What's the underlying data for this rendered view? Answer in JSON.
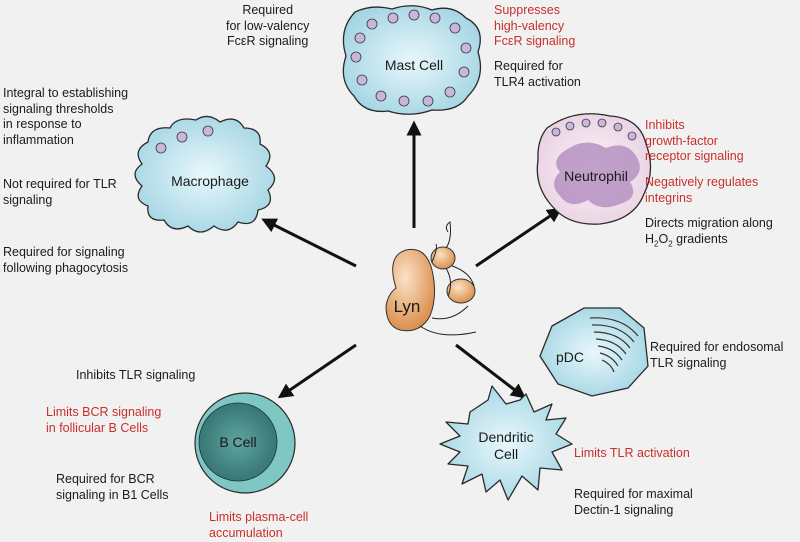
{
  "center": {
    "label": "Lyn"
  },
  "cells": {
    "mast_cell": "Mast Cell",
    "macrophage": "Macrophage",
    "neutrophil": "Neutrophil",
    "pdc": "pDC",
    "b_cell": "B Cell",
    "dendritic_cell": [
      "Dendritic",
      "Cell"
    ]
  },
  "notes": {
    "mast_required": [
      "Required",
      "for low-valency",
      "FcεR signaling"
    ],
    "mast_suppresses": [
      "Suppresses",
      "high-valency",
      "FcεR signaling"
    ],
    "mast_tlr4": [
      "Required for",
      "TLR4 activation"
    ],
    "mac_integral": [
      "Integral to establishing",
      "signaling thresholds",
      "in response to",
      "inflammation"
    ],
    "mac_not_required": [
      "Not required for TLR",
      "signaling"
    ],
    "mac_phagocytosis": [
      "Required for signaling",
      "following phagocytosis"
    ],
    "neu_inhibits": [
      "Inhibits",
      "growth-factor",
      "receptor signaling"
    ],
    "neu_integrins": [
      "Negatively regulates",
      "integrins"
    ],
    "neu_migration": {
      "line1": "Directs migration along",
      "line2_pre": "H",
      "sub1": "2",
      "mid": "O",
      "sub2": "2",
      "post": " gradients"
    },
    "pdc_required": [
      "Required for endosomal",
      "TLR signaling"
    ],
    "b_inhibits": [
      "Inhibits TLR signaling"
    ],
    "b_limits_bcr": [
      "Limits BCR signaling",
      "in follicular B Cells"
    ],
    "b_required_bcr": [
      "Required for BCR",
      "signaling in B1 Cells"
    ],
    "b_plasma": [
      "Limits plasma-cell",
      "accumulation"
    ],
    "dc_limits": [
      "Limits TLR activation"
    ],
    "dc_dectin": [
      "Required for maximal",
      "Dectin-1 signaling"
    ]
  },
  "colors": {
    "cell_fill": "#bfe3ec",
    "cell_stroke": "#2a2a2a",
    "granule": "#c9b6de",
    "neutrophil_fill": "#f6e7f0",
    "neutrophil_nucleus": "#b592c2",
    "bcell_outer": "#7fc7c2",
    "bcell_inner": "#3f7f7c",
    "lyn_fill": "#e7a56a",
    "red_text": "#c8302b"
  }
}
